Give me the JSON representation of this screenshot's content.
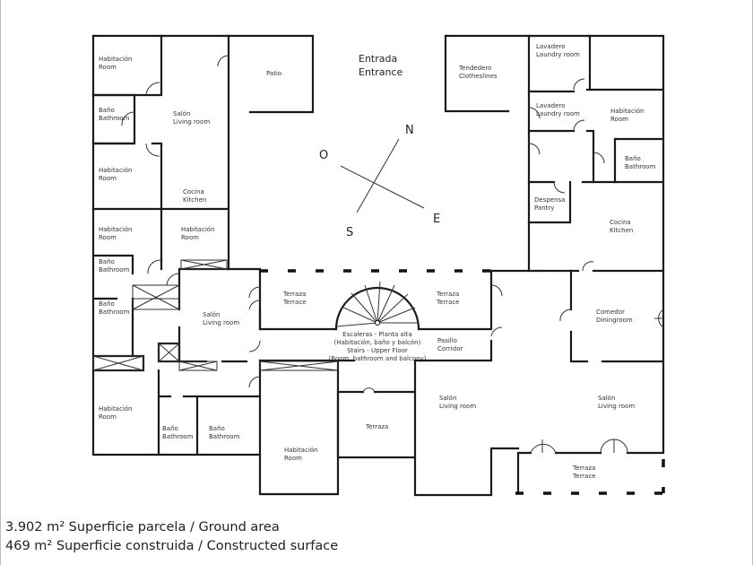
{
  "plan": {
    "entrance": [
      "Entrada",
      "Entrance"
    ],
    "compass": {
      "north": "N",
      "west": "O",
      "south": "S",
      "east": "E"
    },
    "rooms": [
      [
        "Habitación",
        "Room"
      ],
      [
        "Baño",
        "Bathroom"
      ],
      [
        "Salón",
        "Living room"
      ],
      [
        "Patio"
      ],
      [
        "Habitación",
        "Room"
      ],
      [
        "Cocina",
        "Kitchen"
      ],
      [
        "Habitación",
        "Room"
      ],
      [
        "Habitación",
        "Room"
      ],
      [
        "Baño",
        "Bathroom"
      ],
      [
        "Baño",
        "Bathroom"
      ],
      [
        "Salón",
        "Living room"
      ],
      [
        "Terraza",
        "Terrace"
      ],
      [
        "Terraza",
        "Terrace"
      ],
      [
        "Escaleras - Planta alta",
        "(Habitación, baño y balcón)",
        "Stairs - Upper Floor",
        "(Room, bathroom and balcony)"
      ],
      [
        "Pasillo",
        "Corridor"
      ],
      [
        "Habitación",
        "Room"
      ],
      [
        "Baño",
        "Bathroom"
      ],
      [
        "Baño",
        "Bathroom"
      ],
      [
        "Habitación",
        "Room"
      ],
      [
        "Terraza"
      ],
      [
        "Salón",
        "Living room"
      ],
      [
        "Tendedero",
        "Clotheslines"
      ],
      [
        "Lavadero",
        "Laundry room"
      ],
      [
        "Lavadero",
        "Laundry room"
      ],
      [
        "Habitación",
        "Room"
      ],
      [
        "Baño",
        "Bathroom"
      ],
      [
        "Despensa",
        "Pantry"
      ],
      [
        "Cocina",
        "Kitchen"
      ],
      [
        "Comedor",
        "Diningroom"
      ],
      [
        "Salón",
        "Living room"
      ],
      [
        "Terraza",
        "Terrace"
      ]
    ]
  },
  "legend": {
    "ground": "3.902 m² Superficie parcela / Ground area",
    "built": "469 m² Superficie construida / Constructed surface"
  }
}
